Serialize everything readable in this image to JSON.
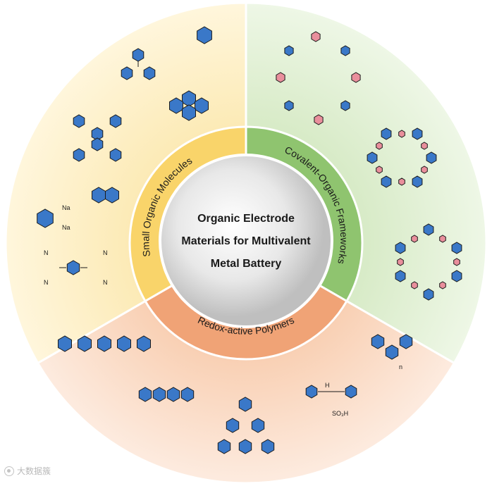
{
  "center": {
    "line1": "Organic Electrode",
    "line2": "Materials for Multivalent",
    "line3": "Metal Battery"
  },
  "sectors": {
    "small_molecules": {
      "label": "Small Organic Molecules",
      "color": "#f9d46a"
    },
    "cofs": {
      "label": "Covalent-Organic Frameworks",
      "color": "#8fc46f"
    },
    "polymers": {
      "label": "Redox-active Polymers",
      "color": "#f0a376"
    }
  },
  "chem_labels": {
    "na_top": "Na",
    "na_bottom": "Na",
    "n1": "N",
    "n2": "N",
    "n3": "N",
    "n4": "N",
    "so3h": "SO₃H",
    "nh": "H",
    "n_sub": "n"
  },
  "watermark": {
    "text": "大数据簇"
  },
  "colors": {
    "blue_ring": "#3a78c8",
    "pink_ring": "#e98f9c",
    "gray_center": "#d8d8d8"
  }
}
